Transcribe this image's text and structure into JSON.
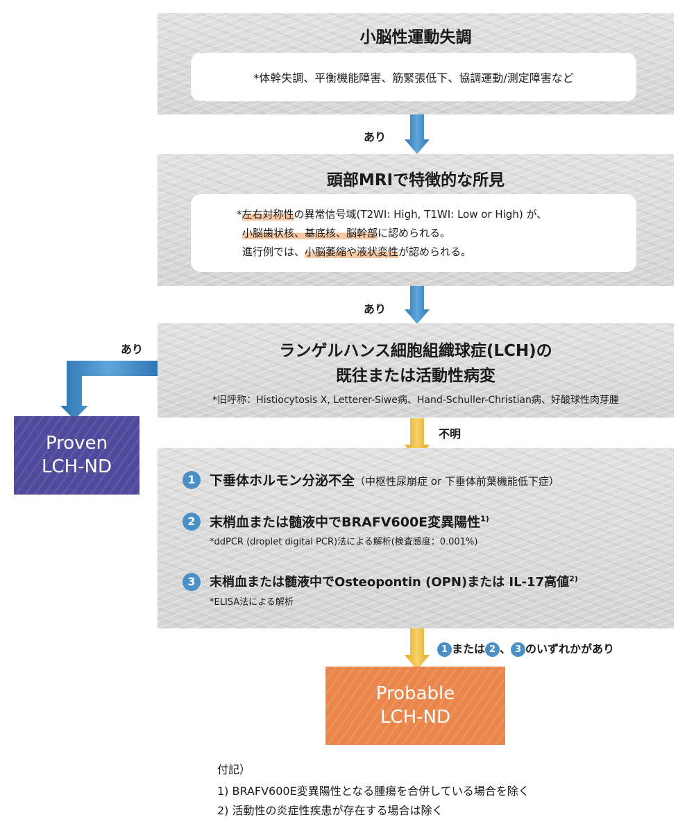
{
  "box1": {
    "title": "小脳性運動失調",
    "detail": "*体幹失調、平衡機能障害、筋緊張低下、協調運動/測定障害など"
  },
  "arrow1_label": "あり",
  "box2": {
    "title": "頭部MRIで特徴的な所見",
    "l1_pre": "*",
    "l1_hl": "左右対称性",
    "l1_post": "の異常信号域(T2WI: High, T1WI: Low or High) が、",
    "l2_hl": "小脳歯状核、基底核、脳幹部",
    "l2_post": "に認められる。",
    "l3_pre": "進行例では、",
    "l3_hl": "小脳萎縮や液状変性",
    "l3_post": "が認められる。"
  },
  "arrow2_label": "あり",
  "box3": {
    "title_l1": "ランゲルハンス細胞組織球症(LCH)の",
    "title_l2": "既往または活動性病変",
    "note": "*旧呼称：Histiocytosis X, Letterer-Siwe病、Hand-Schuller-Christian病、好酸球性肉芽腫"
  },
  "left_label": "あり",
  "proven": {
    "l1": "Proven",
    "l2": "LCH-ND"
  },
  "unknown_label": "不明",
  "box4": {
    "c1_num": "1",
    "c1_main": "下垂体ホルモン分泌不全",
    "c1_paren": "（中枢性尿崩症 or 下垂体前葉機能低下症）",
    "c2_num": "2",
    "c2_main": "末梢血または髄液中でBRAFV600E変異陽性",
    "c2_sup": "1)",
    "c2_sub": "*ddPCR (droplet digital PCR)法による解析(検査感度：0.001%)",
    "c3_num": "3",
    "c3_main": "末梢血または髄液中でOsteopontin (OPN)または IL-17高値",
    "c3_sup": "2)",
    "c3_sub": "*ELISA法による解析"
  },
  "cond": {
    "n1": "1",
    "t1": "または",
    "n2": "2",
    "t2": "、",
    "n3": "3",
    "t3": "のいずれかがあり"
  },
  "probable": {
    "l1": "Probable",
    "l2": "LCH-ND"
  },
  "footnotes": {
    "title": "付記）",
    "f1": "1) BRAFV600E変異陽性となる腫瘍を合併している場合を除く",
    "f2": "2) 活動性の炎症性疾患が存在する場合は除く"
  },
  "colors": {
    "blue_arrow": "#3a84c1",
    "yellow_arrow": "#eab533",
    "proven_bg": "#4f4a9c",
    "probable_bg": "#ea864a",
    "highlight": "#f8c8a2",
    "number_badge": "#4a8fc6"
  }
}
